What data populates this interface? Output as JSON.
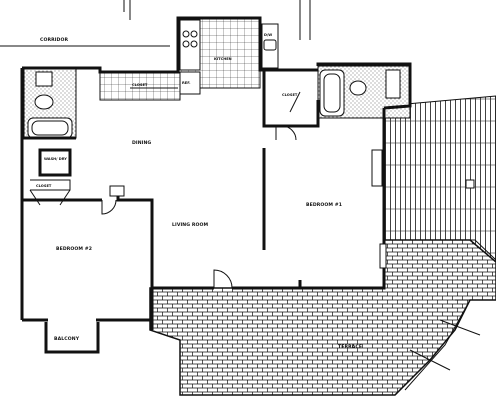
{
  "floorplan": {
    "rooms": {
      "corridor": "CORRIDOR",
      "dining": "DINING",
      "living_room": "LIVING ROOM",
      "bedroom_1": "BEDROOM #1",
      "bedroom_2": "BEDROOM #2",
      "kitchen": "KITCHEN",
      "terrace": "TERRACE",
      "balcony": "BALCONY",
      "closet_hall": "CLOSET",
      "closet_bed1": "CLOSET",
      "closet_bed2": "CLOSET",
      "washer_dryer": "WASH/ DRY",
      "refrigerator": "REF.",
      "dishwasher": "D/W"
    }
  }
}
